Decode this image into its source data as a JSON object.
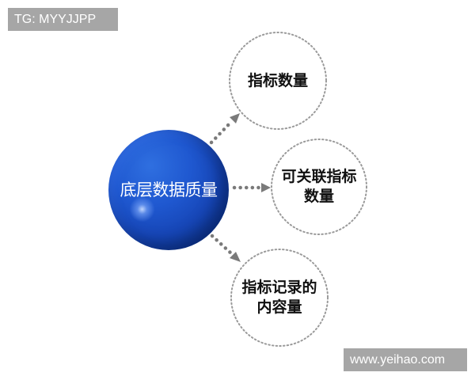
{
  "watermarks": {
    "top_left": "TG: MYYJJPP",
    "bottom_right": "www.yeihao.com"
  },
  "diagram": {
    "center": {
      "label": "底层数据质量",
      "color": "#1a4fc4"
    },
    "nodes": [
      {
        "line1": "指标数量",
        "line2": ""
      },
      {
        "line1": "可关联指标",
        "line2": "数量"
      },
      {
        "line1": "指标记录的",
        "line2": "内容量"
      }
    ],
    "connector_color": "#7a7a7a",
    "node_border_color": "#9a9a9a"
  }
}
